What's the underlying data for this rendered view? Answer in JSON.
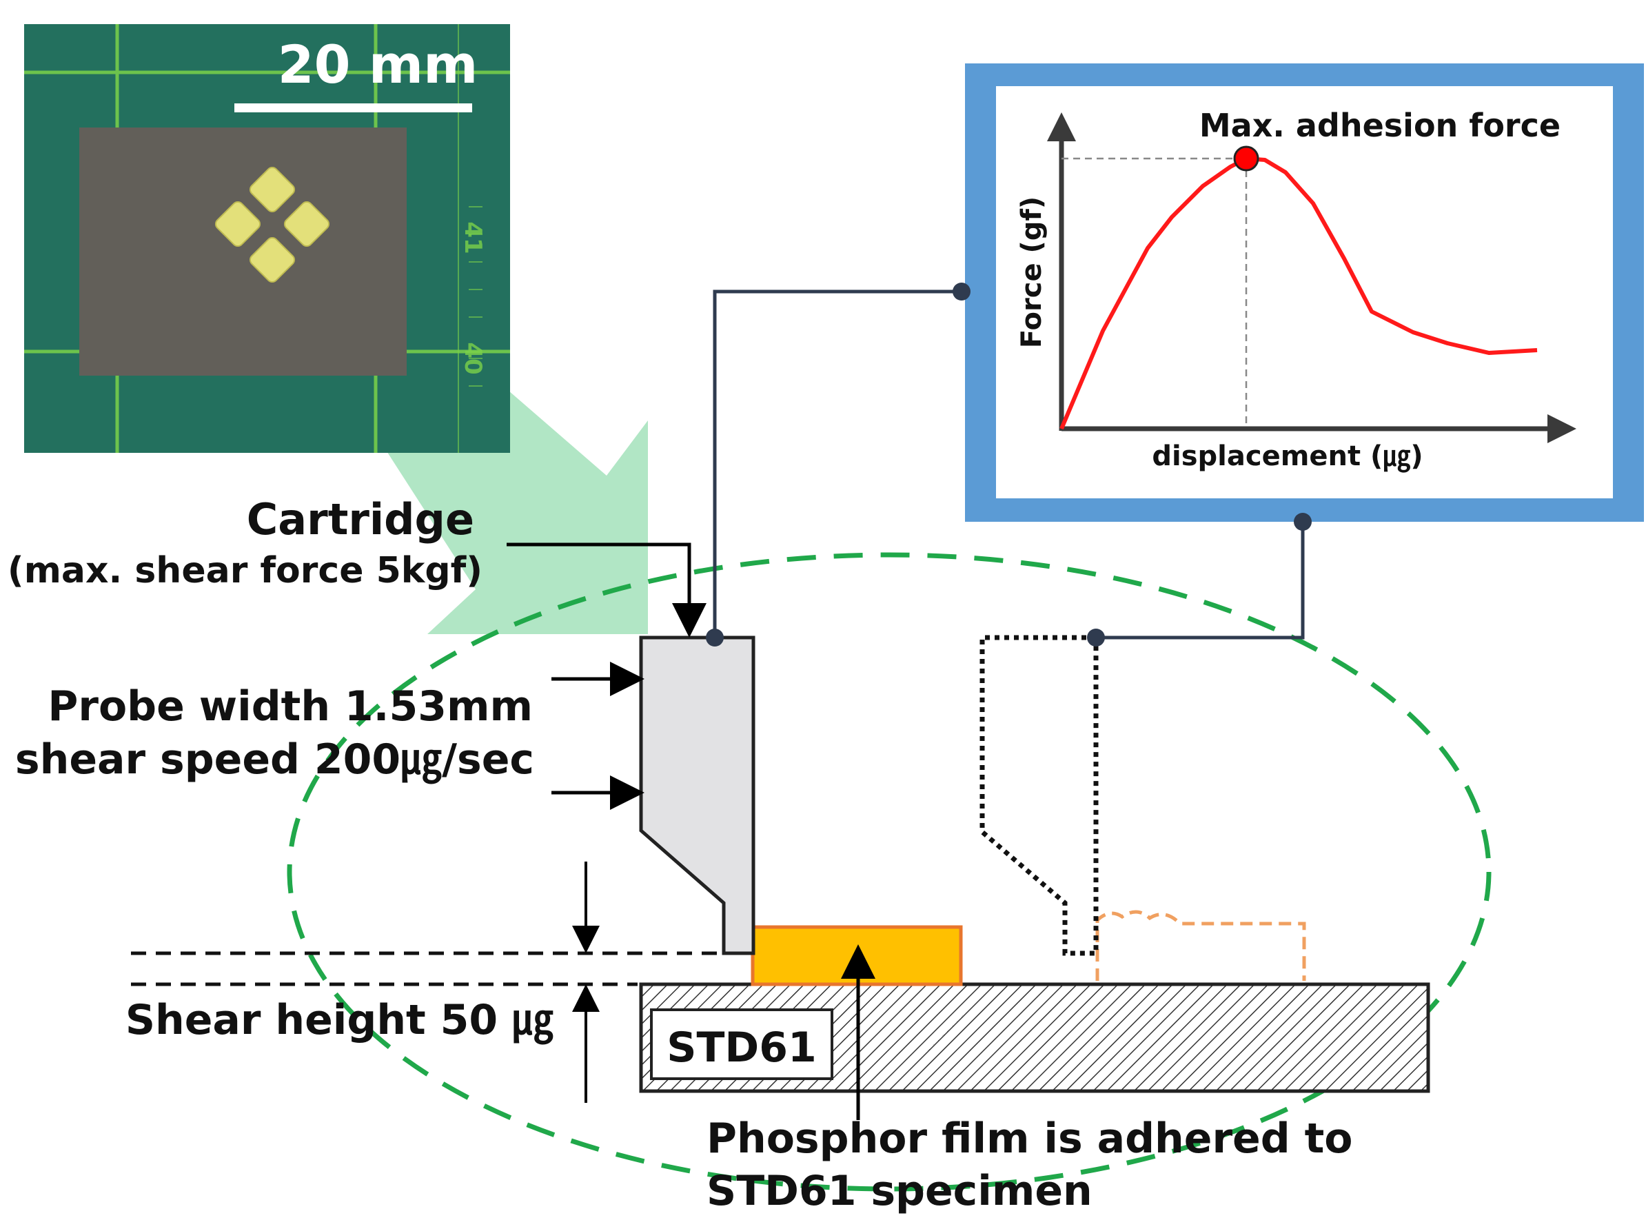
{
  "photo": {
    "scale_label": "20 mm",
    "ruler_marks": [
      "41",
      "40"
    ]
  },
  "labels": {
    "cartridge": "Cartridge",
    "cartridge_note": "(max. shear force 5kgf)",
    "probe_width": "Probe width 1.53mm",
    "shear_speed": "shear speed 200㎍/sec",
    "shear_height": "Shear height 50 ㎍",
    "substrate": "STD61",
    "phosphor_line1": "Phosphor film is adhered to",
    "phosphor_line2": "STD61 specimen"
  },
  "graph": {
    "peak_label": "Max. adhesion force",
    "ylabel": "Force (gf)",
    "xlabel": "displacement (㎍)"
  },
  "colors": {
    "photo_bg": "#1f6b5a",
    "grid_line": "#7bd24a",
    "chip": "#55524d",
    "pads": "#e3e07a",
    "arrow_fill": "#a8e3bf",
    "graph_frame": "#5b9bd5",
    "curve": "#ff1a1a",
    "peak_dot": "#ff0000",
    "connector": "#2f3b4f",
    "ellipse": "#20a84a",
    "probe_fill": "#e2e2e4",
    "film": "#ffc000",
    "film_border": "#e8762d",
    "ghost_film": "#f0a060",
    "hatch_bg": "#ffffff",
    "hatch_line": "#333333"
  }
}
